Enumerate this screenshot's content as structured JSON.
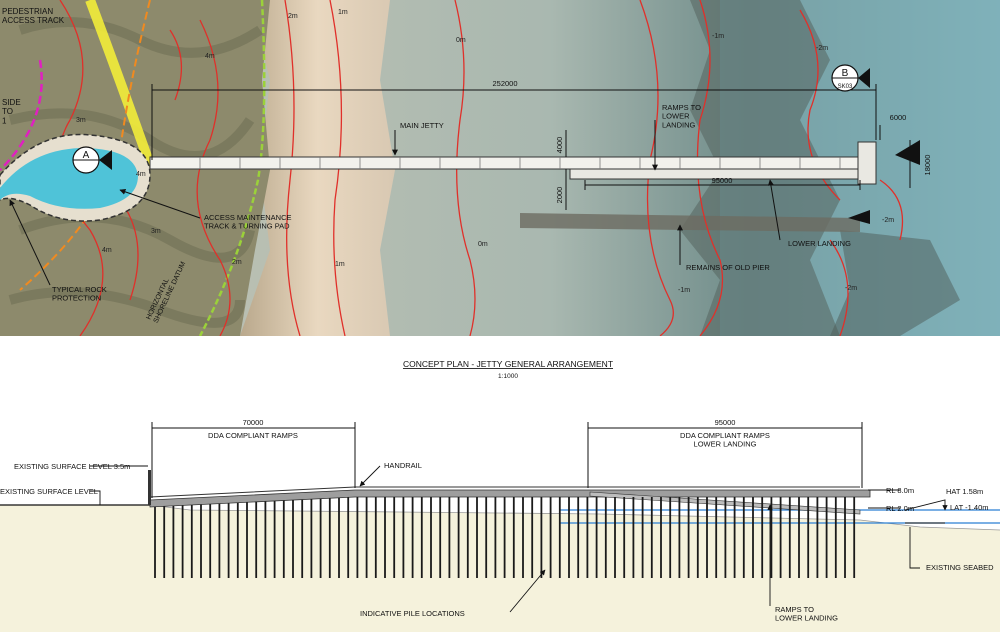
{
  "plan": {
    "labels": {
      "pedestrian_track": "PEDESTRIAN\nACCESS TRACK",
      "side_to": "SIDE\nTO\n1",
      "main_jetty": "MAIN JETTY",
      "ramps_to_lower_landing": "RAMPS TO\nLOWER\nLANDING",
      "access_maintenance": "ACCESS MAINTENANCE\nTRACK & TURNING PAD",
      "typical_rock": "TYPICAL ROCK\nPROTECTION",
      "horizontal_shoreline": "HORIZONTAL\nSHORELINE DATUM",
      "lower_landing": "LOWER LANDING",
      "remains_old_pier": "REMAINS OF OLD PIER"
    },
    "dimensions": {
      "total_length": "252000",
      "width_4000": "4000",
      "width_2000": "2000",
      "landing_length": "95000",
      "head_width": "6000",
      "head_length": "18000"
    },
    "markers": {
      "section_a": "A",
      "section_b": "B",
      "section_b_ref": "SK03"
    },
    "contours": {
      "c1": "2m",
      "c2": "1m",
      "c3": "0m",
      "c4": "-1m",
      "c5": "-2m",
      "c6": "4m",
      "c7": "3m",
      "c8": "4m",
      "c9": "3m",
      "c10": "4m",
      "c11": "2m",
      "c12": "1m",
      "c13": "0m",
      "c14": "-1m",
      "c15": "-2m",
      "c16": "-2m"
    }
  },
  "section": {
    "title": "CONCEPT PLAN - JETTY GENERAL ARRANGEMENT",
    "scale": "1:1000",
    "labels": {
      "ramps_dim": "70000",
      "ramps_label": "DDA COMPLIANT RAMPS",
      "landing_dim": "95000",
      "landing_label": "DDA COMPLIANT RAMPS\nLOWER LANDING",
      "existing_surface_35": "EXISTING SURFACE LEVEL 3.5m",
      "existing_surface": "EXISTING SURFACE LEVEL",
      "handrail": "HANDRAIL",
      "rl_8": "RL 8.0m",
      "rl_2": "RL 2.0m",
      "hat": "HAT 1.58m",
      "lat": "LAT -1.40m",
      "existing_seabed": "EXISTING SEABED",
      "indicative_piles": "INDICATIVE PILE LOCATIONS",
      "ramps_lower": "RAMPS TO\nLOWER LANDING"
    }
  },
  "colors": {
    "sand": "#cfb79a",
    "sand_light": "#e2cdb0",
    "beach": "#e6d3bb",
    "vegetation": "#7b7a5a",
    "water_shallow": "#b9c9c4",
    "water_deep": "#7fa6ad",
    "reef": "#5f6f6a",
    "contour": "#e0302a",
    "pool": "#4fc3d8",
    "yellow_track": "#f2ec3a",
    "green_datum": "#9bd13a",
    "orange_line": "#f08a20",
    "magenta_line": "#e020c0",
    "ground_fill": "#f3f0dc",
    "water_line": "#2a7fd4"
  }
}
